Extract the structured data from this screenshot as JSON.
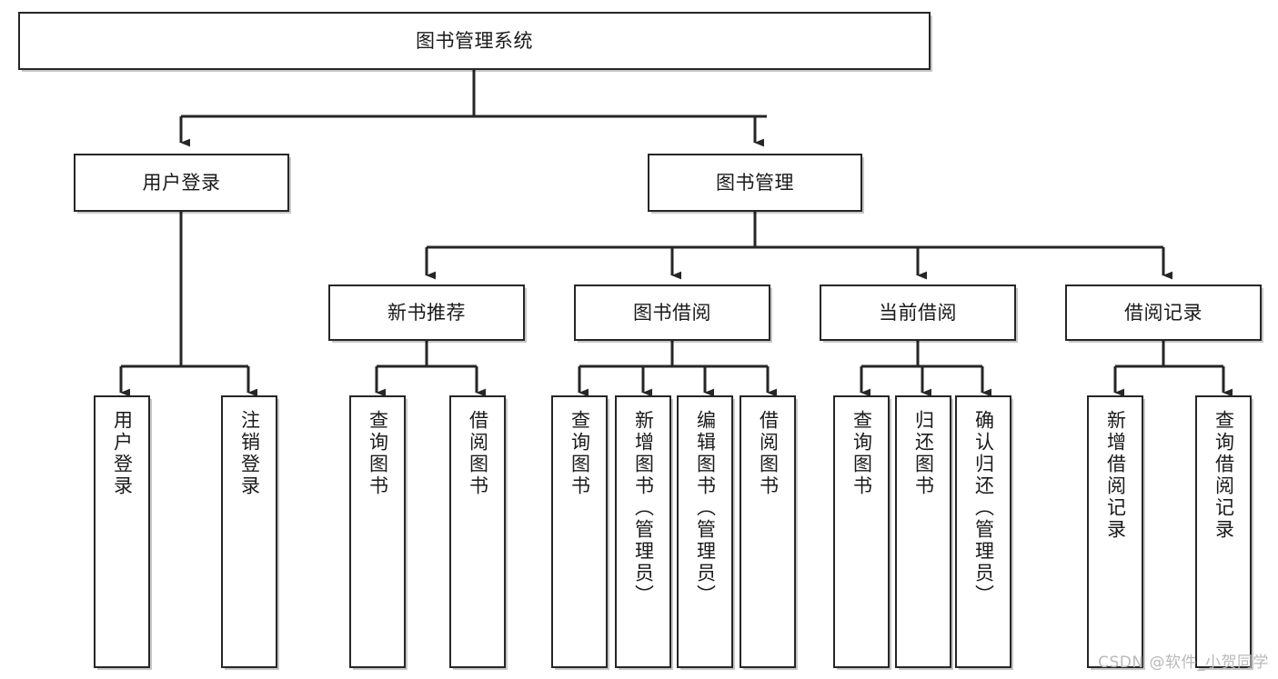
{
  "diagram": {
    "title": "图书管理系统",
    "type": "hierarchy-tree",
    "edge_color": "#262626",
    "box_border_color": "#262626",
    "box_fill_color": "#ffffff",
    "levels": 4
  },
  "root": {
    "label": "图书管理系统"
  },
  "level2": [
    {
      "label": "用户登录"
    },
    {
      "label": "图书管理"
    }
  ],
  "level3": [
    {
      "label": "新书推荐"
    },
    {
      "label": "图书借阅"
    },
    {
      "label": "当前借阅"
    },
    {
      "label": "借阅记录"
    }
  ],
  "leaves": {
    "user_login": [
      {
        "label": "用户登录"
      },
      {
        "label": "注销登录"
      }
    ],
    "new_book_recommend": [
      {
        "label": "查询图书"
      },
      {
        "label": "借阅图书"
      }
    ],
    "book_borrow": [
      {
        "label": "查询图书"
      },
      {
        "label": "新增图书（管理员）"
      },
      {
        "label": "编辑图书（管理员）"
      },
      {
        "label": "借阅图书"
      }
    ],
    "current_borrow": [
      {
        "label": "查询图书"
      },
      {
        "label": "归还图书"
      },
      {
        "label": "确认归还（管理员）"
      }
    ],
    "borrow_record": [
      {
        "label": "新增借阅记录"
      },
      {
        "label": "查询借阅记录"
      }
    ]
  },
  "watermark": {
    "text": "CSDN @软件_小贺同学"
  }
}
